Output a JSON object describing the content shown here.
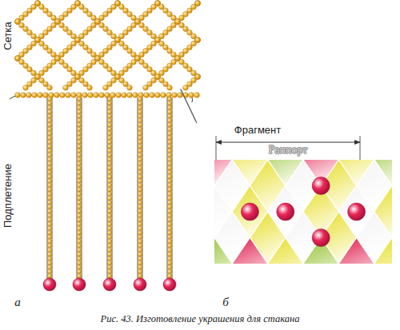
{
  "diagram": {
    "caption": "Рис. 43. Изготовление украшения для стакана",
    "labels": [
      "Сетка",
      "Подплетение",
      "а",
      "Фрагмент",
      "Раппорт",
      "б"
    ]
  }
}
